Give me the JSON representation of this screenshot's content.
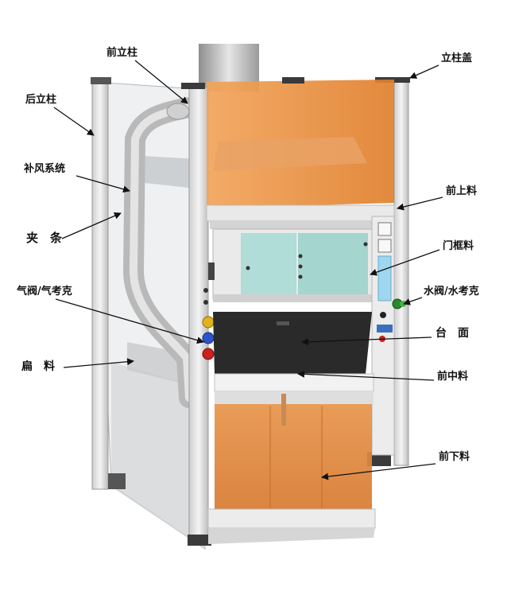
{
  "labels": {
    "back_post": "后立柱",
    "front_post": "前立柱",
    "post_cap": "立柱盖",
    "air_supply_system": "补风系统",
    "clamp_strip": "夹　条",
    "front_upper_panel": "前上料",
    "door_frame_profile": "门框料",
    "gas_valve": "气阀/气考克",
    "water_valve": "水阀/水考克",
    "worktop": "台　面",
    "flat_profile": "扁　料",
    "front_middle_panel": "前中料",
    "front_lower_panel": "前下料"
  },
  "colors": {
    "panel_orange": "#e88b3a",
    "door_teal": "#9fd6cf",
    "worktop_black": "#2a2a2a",
    "frame_gray": "#d9d9d9",
    "duct_gray": "#c4c4c4",
    "valve_yellow": "#e2b21a",
    "valve_blue": "#2e52c9",
    "valve_red": "#cc2020",
    "valve_green": "#2a8a2a"
  }
}
